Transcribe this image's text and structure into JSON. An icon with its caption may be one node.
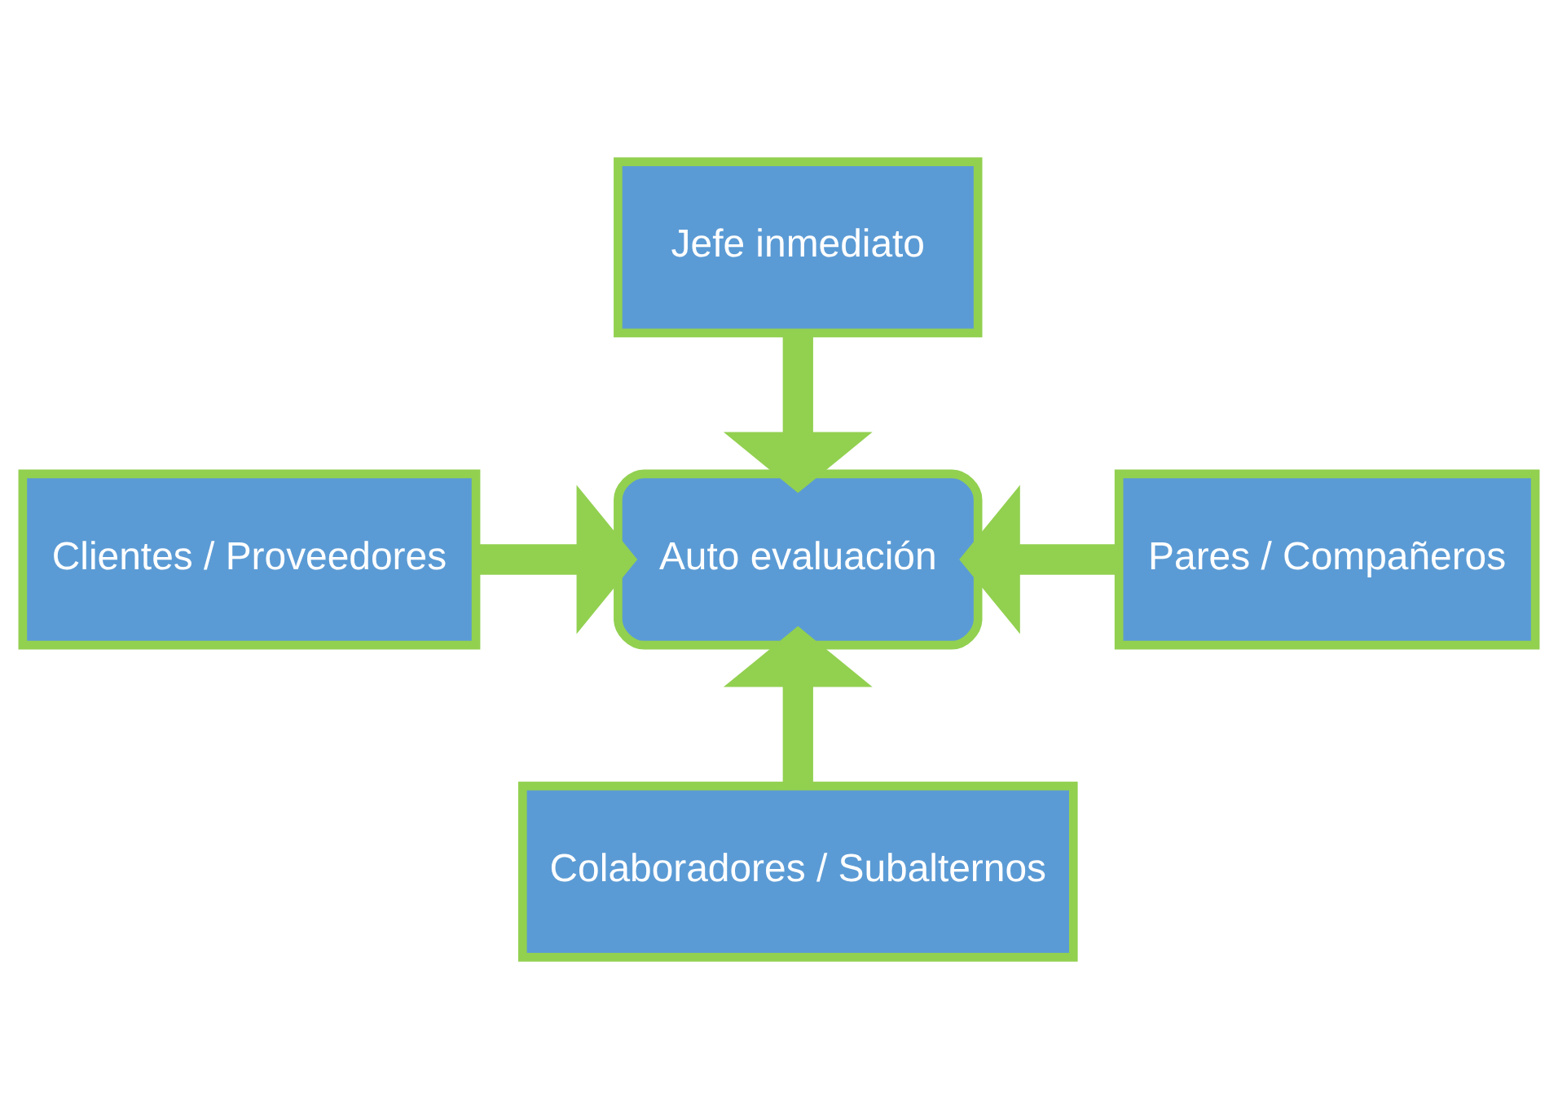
{
  "diagram": {
    "nodes": [
      {
        "text": [
          "Jefe inmediato"
        ]
      },
      {
        "text": [
          "Clientes / Proveedores"
        ]
      },
      {
        "text": [
          "Auto evaluación"
        ]
      },
      {
        "text": [
          "Pares / Compañeros"
        ]
      },
      {
        "text": [
          "Colaboradores / Subalternos"
        ]
      }
    ],
    "edges": [
      {
        "from": 0,
        "to": 2,
        "arrow": "to"
      },
      {
        "from": 1,
        "to": 2,
        "arrow": "to"
      },
      {
        "from": 3,
        "to": 2,
        "arrow": "to"
      },
      {
        "from": 4,
        "to": 2,
        "arrow": "to"
      }
    ]
  }
}
